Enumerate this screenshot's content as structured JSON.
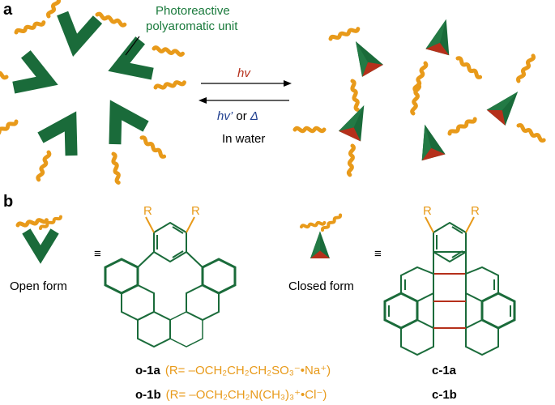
{
  "panel_a": {
    "letter": "a",
    "unit_label_line1": "Photoreactive",
    "unit_label_line2": "polyaromatic unit",
    "forward_condition": "hv",
    "reverse_condition_hv": "hv’",
    "reverse_condition_or": " or ",
    "reverse_condition_delta": "Δ",
    "medium": "In water"
  },
  "panel_b": {
    "letter": "b",
    "open_form_label": "Open form",
    "closed_form_label": "Closed form",
    "equiv_symbol": "≡",
    "r_label": "R",
    "compound_o1a": "o-1a",
    "compound_o1a_formula": "(R= –OCH₂CH₂CH₂SO₃⁻•Na⁺)",
    "compound_o1b": "o-1b",
    "compound_o1b_formula": "(R= –OCH₂CH₂N(CH₃)₃⁺•Cl⁻)",
    "compound_c1a": "c-1a",
    "compound_c1b": "c-1b"
  },
  "colors": {
    "green": "#1a6b3a",
    "green_dark": "#0f5a2e",
    "orange": "#e89a1a",
    "red": "#b5301b",
    "blue": "#1f3e8f"
  }
}
